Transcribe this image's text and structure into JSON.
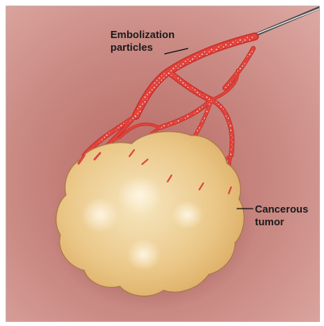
{
  "labels": {
    "embolization_line1": "Embolization",
    "embolization_line2": "particles",
    "tumor_line1": "Cancerous",
    "tumor_line2": "tumor"
  },
  "colors": {
    "background": "#c98882",
    "vessel": "#e2423a",
    "tumor": "#e9c382",
    "particles": "#d8d8f0"
  }
}
